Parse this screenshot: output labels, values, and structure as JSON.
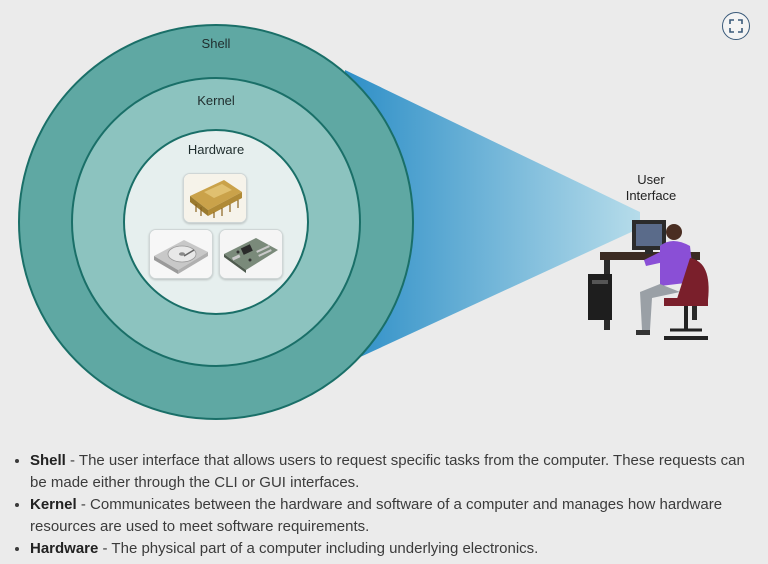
{
  "rings": {
    "shell": "Shell",
    "kernel": "Kernel",
    "hardware": "Hardware"
  },
  "user_interface": {
    "line1": "User",
    "line2": "Interface"
  },
  "icons": {
    "expand": "expand-icon",
    "hardware_images": [
      "cpu-chip-icon",
      "hard-drive-icon",
      "motherboard-icon"
    ],
    "user": "computer-user-icon"
  },
  "colors": {
    "outer_ring": "#5fa8a3",
    "middle_ring": "#7fbab7",
    "inner_ring": "#e6efee",
    "ring_border": "#1a6f68",
    "beam_dark": "#2e8fc7",
    "beam_light": "#a9d6e8"
  },
  "bullets": [
    {
      "term": "Shell",
      "text": " - The user interface that allows users to request specific tasks from the computer. These requests can be made either through the CLI or GUI interfaces."
    },
    {
      "term": "Kernel",
      "text": " - Communicates between the hardware and software of a computer and manages how hardware resources are used to meet software requirements."
    },
    {
      "term": "Hardware",
      "text": " - The physical part of a computer including underlying electronics."
    }
  ]
}
